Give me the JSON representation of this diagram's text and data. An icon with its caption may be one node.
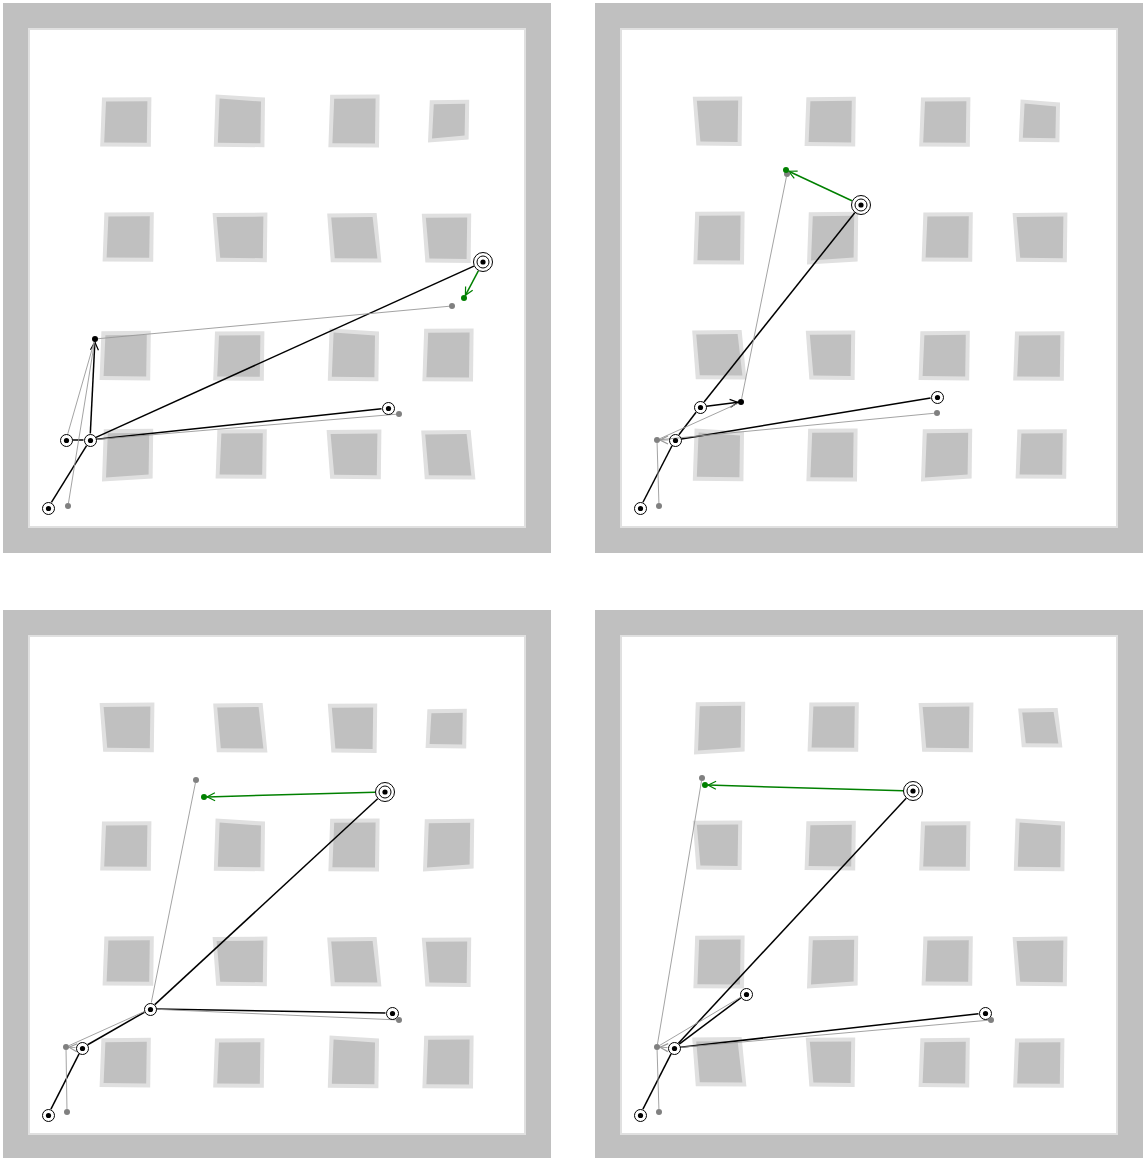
{
  "diagram": {
    "nodes": [
      {
        "text": [],
        "shape": "box"
      },
      {
        "text": [],
        "shape": "circle",
        "in": 0
      },
      {
        "text": [],
        "shape": "circle",
        "in": 0
      },
      {
        "text": [],
        "shape": "circle",
        "in": 0
      },
      {
        "text": [],
        "shape": "circle",
        "in": 0
      },
      {
        "text": [],
        "shape": "double-circle",
        "in": 0
      },
      {
        "text": [],
        "shape": "dot",
        "in": 0
      },
      {
        "text": [],
        "shape": "dot",
        "in": 0
      },
      {
        "text": [],
        "shape": "dot",
        "in": 0
      },
      {
        "text": [],
        "shape": "dot",
        "in": 0
      },
      {
        "text": [],
        "shape": "dot",
        "in": 0
      },
      {
        "text": [],
        "shape": "box"
      },
      {
        "text": [],
        "shape": "circle",
        "in": 11
      },
      {
        "text": [],
        "shape": "circle",
        "in": 11
      },
      {
        "text": [],
        "shape": "circle",
        "in": 11
      },
      {
        "text": [],
        "shape": "circle",
        "in": 11
      },
      {
        "text": [],
        "shape": "double-circle",
        "in": 11
      },
      {
        "text": [],
        "shape": "dot",
        "in": 11
      },
      {
        "text": [],
        "shape": "dot",
        "in": 11
      },
      {
        "text": [],
        "shape": "dot",
        "in": 11
      },
      {
        "text": [],
        "shape": "dot",
        "in": 11
      },
      {
        "text": [],
        "shape": "dot",
        "in": 11
      },
      {
        "text": [],
        "shape": "dot",
        "in": 11
      },
      {
        "text": [],
        "shape": "box"
      },
      {
        "text": [],
        "shape": "circle",
        "in": 23
      },
      {
        "text": [],
        "shape": "circle",
        "in": 23
      },
      {
        "text": [],
        "shape": "circle",
        "in": 23
      },
      {
        "text": [],
        "shape": "circle",
        "in": 23
      },
      {
        "text": [],
        "shape": "double-circle",
        "in": 23
      },
      {
        "text": [],
        "shape": "dot",
        "in": 23
      },
      {
        "text": [],
        "shape": "dot",
        "in": 23
      },
      {
        "text": [],
        "shape": "dot",
        "in": 23
      },
      {
        "text": [],
        "shape": "dot",
        "in": 23
      },
      {
        "text": [],
        "shape": "dot",
        "in": 23
      },
      {
        "text": [],
        "shape": "box"
      },
      {
        "text": [],
        "shape": "circle",
        "in": 34
      },
      {
        "text": [],
        "shape": "circle",
        "in": 34
      },
      {
        "text": [],
        "shape": "circle",
        "in": 34
      },
      {
        "text": [],
        "shape": "circle",
        "in": 34
      },
      {
        "text": [],
        "shape": "double-circle",
        "in": 34
      },
      {
        "text": [],
        "shape": "dot",
        "in": 34
      },
      {
        "text": [],
        "shape": "dot",
        "in": 34
      },
      {
        "text": [],
        "shape": "dot",
        "in": 34
      },
      {
        "text": [],
        "shape": "dot",
        "in": 34
      },
      {
        "text": [],
        "shape": "dot",
        "in": 34
      }
    ],
    "edges": [
      {
        "from": 1,
        "to": 3,
        "arrow": "none",
        "color": "#000000"
      },
      {
        "from": 2,
        "to": 3,
        "arrow": "none",
        "color": "#000000"
      },
      {
        "from": 3,
        "to": 4,
        "arrow": "none",
        "color": "#000000"
      },
      {
        "from": 3,
        "to": 5,
        "arrow": "none",
        "color": "#000000"
      },
      {
        "from": 3,
        "to": 7,
        "arrow": "to",
        "color": "#000000"
      },
      {
        "from": 2,
        "to": 7,
        "arrow": "none"
      },
      {
        "from": 6,
        "to": 7,
        "arrow": "none"
      },
      {
        "from": 7,
        "to": 8,
        "arrow": "none"
      },
      {
        "from": 3,
        "to": 9,
        "arrow": "none"
      },
      {
        "from": 5,
        "to": 10,
        "arrow": "to",
        "color": "#008000"
      },
      {
        "from": 12,
        "to": 13,
        "arrow": "none",
        "color": "#000000"
      },
      {
        "from": 13,
        "to": 14,
        "arrow": "none",
        "color": "#000000"
      },
      {
        "from": 14,
        "to": 16,
        "arrow": "none",
        "color": "#000000"
      },
      {
        "from": 13,
        "to": 15,
        "arrow": "none",
        "color": "#000000"
      },
      {
        "from": 14,
        "to": 19,
        "arrow": "to",
        "color": "#000000"
      },
      {
        "from": 17,
        "to": 18,
        "arrow": "none"
      },
      {
        "from": 13,
        "to": 18,
        "arrow": "to"
      },
      {
        "from": 18,
        "to": 19,
        "arrow": "none"
      },
      {
        "from": 19,
        "to": 21,
        "arrow": "none"
      },
      {
        "from": 18,
        "to": 20,
        "arrow": "none"
      },
      {
        "from": 16,
        "to": 22,
        "arrow": "to",
        "color": "#008000"
      },
      {
        "from": 24,
        "to": 25,
        "arrow": "none",
        "color": "#000000"
      },
      {
        "from": 25,
        "to": 26,
        "arrow": "none",
        "color": "#000000"
      },
      {
        "from": 26,
        "to": 27,
        "arrow": "none",
        "color": "#000000"
      },
      {
        "from": 26,
        "to": 28,
        "arrow": "none",
        "color": "#000000"
      },
      {
        "from": 29,
        "to": 30,
        "arrow": "none"
      },
      {
        "from": 25,
        "to": 30,
        "arrow": "to"
      },
      {
        "from": 30,
        "to": 26,
        "arrow": "none"
      },
      {
        "from": 26,
        "to": 31,
        "arrow": "none"
      },
      {
        "from": 26,
        "to": 32,
        "arrow": "none"
      },
      {
        "from": 28,
        "to": 33,
        "arrow": "to",
        "color": "#008000"
      },
      {
        "from": 35,
        "to": 36,
        "arrow": "none",
        "color": "#000000"
      },
      {
        "from": 36,
        "to": 37,
        "arrow": "none",
        "color": "#000000"
      },
      {
        "from": 36,
        "to": 38,
        "arrow": "none",
        "color": "#000000"
      },
      {
        "from": 36,
        "to": 39,
        "arrow": "none",
        "color": "#000000"
      },
      {
        "from": 40,
        "to": 41,
        "arrow": "none"
      },
      {
        "from": 36,
        "to": 41,
        "arrow": "to"
      },
      {
        "from": 41,
        "to": 42,
        "arrow": "none"
      },
      {
        "from": 41,
        "to": 37,
        "arrow": "none"
      },
      {
        "from": 36,
        "to": 43,
        "arrow": "none"
      },
      {
        "from": 39,
        "to": 44,
        "arrow": "to",
        "color": "#008000"
      }
    ]
  }
}
